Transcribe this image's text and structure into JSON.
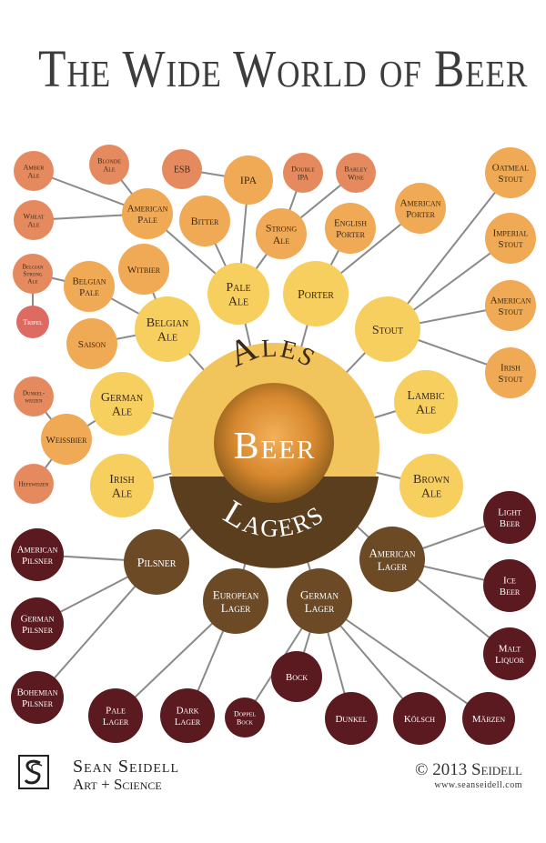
{
  "title": "The Wide World of Beer",
  "hub": {
    "ales_label": "Ales",
    "center_label": "Beer",
    "lagers_label": "Lagers"
  },
  "colors": {
    "ale_dark": "#f2c45c",
    "ale_gold": "#f6cf5e",
    "ale_mid": "#f0a955",
    "ale_orange": "#e58a5f",
    "ale_red": "#de6b62",
    "lager": "#6b4a25",
    "lager_dark": "#5a1a1f",
    "line": "#8a8a8a",
    "ring_dark": "#5b3e1e"
  },
  "nodes": [
    {
      "id": "pale-ale",
      "label": [
        "Pale",
        "Ale"
      ]
    },
    {
      "id": "porter",
      "label": [
        "Porter"
      ]
    },
    {
      "id": "stout",
      "label": [
        "Stout"
      ]
    },
    {
      "id": "belgian-ale",
      "label": [
        "Belgian",
        "Ale"
      ]
    },
    {
      "id": "german-ale",
      "label": [
        "German",
        "Ale"
      ]
    },
    {
      "id": "irish-ale",
      "label": [
        "Irish",
        "Ale"
      ]
    },
    {
      "id": "lambic-ale",
      "label": [
        "Lambic",
        "Ale"
      ]
    },
    {
      "id": "brown-ale",
      "label": [
        "Brown",
        "Ale"
      ]
    },
    {
      "id": "ipa",
      "label": [
        "IPA"
      ]
    },
    {
      "id": "bitter",
      "label": [
        "Bitter"
      ]
    },
    {
      "id": "strong-ale",
      "label": [
        "Strong",
        "Ale"
      ]
    },
    {
      "id": "english-porter",
      "label": [
        "English",
        "Porter"
      ]
    },
    {
      "id": "american-porter",
      "label": [
        "American",
        "Porter"
      ]
    },
    {
      "id": "american-pale",
      "label": [
        "American",
        "Pale"
      ]
    },
    {
      "id": "esb",
      "label": [
        "ESB"
      ]
    },
    {
      "id": "double-ipa",
      "label": [
        "Double",
        "IPA"
      ]
    },
    {
      "id": "barley-wine",
      "label": [
        "Barley",
        "Wine"
      ]
    },
    {
      "id": "amber-ale",
      "label": [
        "Amber",
        "Ale"
      ]
    },
    {
      "id": "blonde-ale",
      "label": [
        "Blonde",
        "Ale"
      ]
    },
    {
      "id": "wheat-ale",
      "label": [
        "Wheat",
        "Ale"
      ]
    },
    {
      "id": "belgian-strong-ale",
      "label": [
        "Belgian",
        "Strong",
        "Ale"
      ]
    },
    {
      "id": "tripel",
      "label": [
        "Tripel"
      ]
    },
    {
      "id": "belgian-pale",
      "label": [
        "Belgian",
        "Pale"
      ]
    },
    {
      "id": "witbier",
      "label": [
        "Witbier"
      ]
    },
    {
      "id": "saison",
      "label": [
        "Saison"
      ]
    },
    {
      "id": "oatmeal-stout",
      "label": [
        "Oatmeal",
        "Stout"
      ]
    },
    {
      "id": "imperial-stout",
      "label": [
        "Imperial",
        "Stout"
      ]
    },
    {
      "id": "american-stout",
      "label": [
        "American",
        "Stout"
      ]
    },
    {
      "id": "irish-stout",
      "label": [
        "Irish",
        "Stout"
      ]
    },
    {
      "id": "weissbier",
      "label": [
        "Weissbier"
      ]
    },
    {
      "id": "dunkelweizen",
      "label": [
        "Dunkel-",
        "weizen"
      ]
    },
    {
      "id": "hefeweizen",
      "label": [
        "Hefeweizen"
      ]
    },
    {
      "id": "pilsner",
      "label": [
        "Pilsner"
      ]
    },
    {
      "id": "european-lager",
      "label": [
        "European",
        "Lager"
      ]
    },
    {
      "id": "german-lager",
      "label": [
        "German",
        "Lager"
      ]
    },
    {
      "id": "american-lager",
      "label": [
        "American",
        "Lager"
      ]
    },
    {
      "id": "american-pilsner",
      "label": [
        "American",
        "Pilsner"
      ]
    },
    {
      "id": "german-pilsner",
      "label": [
        "German",
        "Pilsner"
      ]
    },
    {
      "id": "bohemian-pilsner",
      "label": [
        "Bohemian",
        "Pilsner"
      ]
    },
    {
      "id": "pale-lager",
      "label": [
        "Pale",
        "Lager"
      ]
    },
    {
      "id": "dark-lager",
      "label": [
        "Dark",
        "Lager"
      ]
    },
    {
      "id": "doppelbock",
      "label": [
        "Doppel",
        "Bock"
      ]
    },
    {
      "id": "bock",
      "label": [
        "Bock"
      ]
    },
    {
      "id": "dunkel",
      "label": [
        "Dunkel"
      ]
    },
    {
      "id": "kolsch",
      "label": [
        "Kölsch"
      ]
    },
    {
      "id": "marzen",
      "label": [
        "Märzen"
      ]
    },
    {
      "id": "light-beer",
      "label": [
        "Light",
        "Beer"
      ]
    },
    {
      "id": "ice-beer",
      "label": [
        "Ice",
        "Beer"
      ]
    },
    {
      "id": "malt-liquor",
      "label": [
        "Malt",
        "Liquor"
      ]
    }
  ],
  "footer": {
    "name": "Sean Seidell",
    "tagline": "Art + Science",
    "copyright": "© 2013 Seidell",
    "url": "www.seanseidell.com",
    "logo_icon": "ss-logo-icon"
  }
}
